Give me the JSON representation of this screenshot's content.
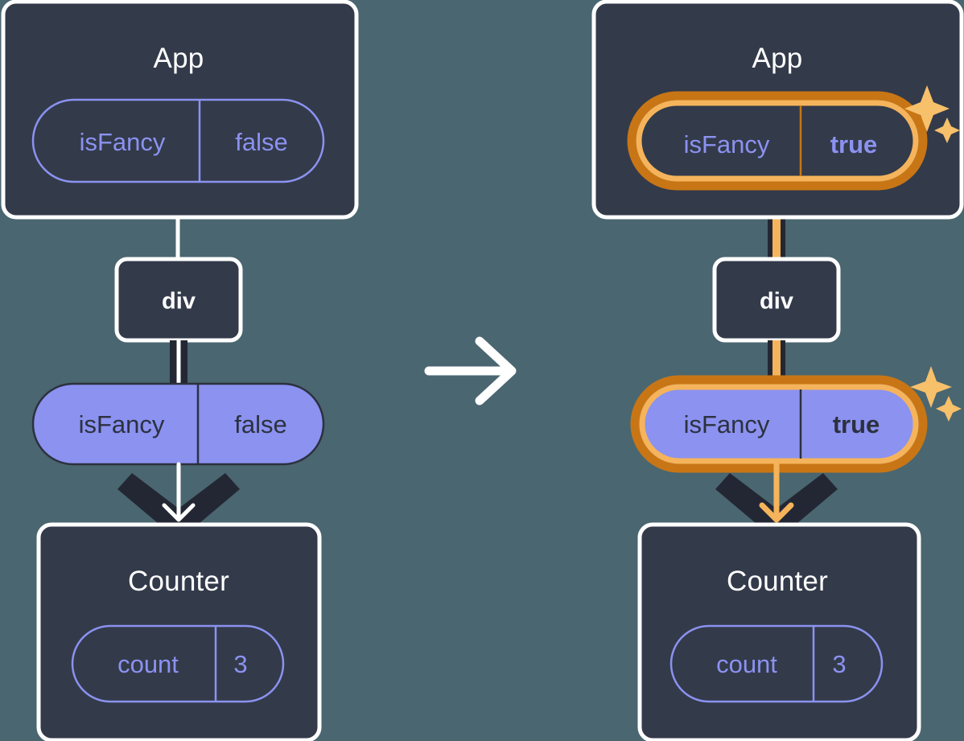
{
  "diagram": {
    "title": "React state update propagation diagram",
    "background_color": "#4a6670",
    "transition_icon": "right-arrow-icon",
    "colors": {
      "panel": "#333a4a",
      "panel_border": "#ffffff",
      "purple": "#8b92f0",
      "purple_text_dark": "#2c313f",
      "dark_line": "#232734",
      "orange_dark": "#c87615",
      "orange_light": "#f5b45b",
      "white": "#ffffff"
    },
    "before": {
      "app": {
        "title": "App",
        "state": {
          "name": "isFancy",
          "value": "false",
          "highlighted": false,
          "filled": false
        }
      },
      "div": {
        "title": "div"
      },
      "prop": {
        "name": "isFancy",
        "value": "false",
        "highlighted": false,
        "filled": true
      },
      "counter": {
        "title": "Counter",
        "state": {
          "name": "count",
          "value": "3",
          "highlighted": false,
          "filled": false
        }
      }
    },
    "after": {
      "app": {
        "title": "App",
        "state": {
          "name": "isFancy",
          "value": "true",
          "highlighted": true,
          "filled": false
        },
        "sparkle_icon": "sparkles-icon"
      },
      "div": {
        "title": "div"
      },
      "prop": {
        "name": "isFancy",
        "value": "true",
        "highlighted": true,
        "filled": true,
        "sparkle_icon": "sparkles-icon"
      },
      "counter": {
        "title": "Counter",
        "state": {
          "name": "count",
          "value": "3",
          "highlighted": false,
          "filled": false
        }
      }
    }
  }
}
